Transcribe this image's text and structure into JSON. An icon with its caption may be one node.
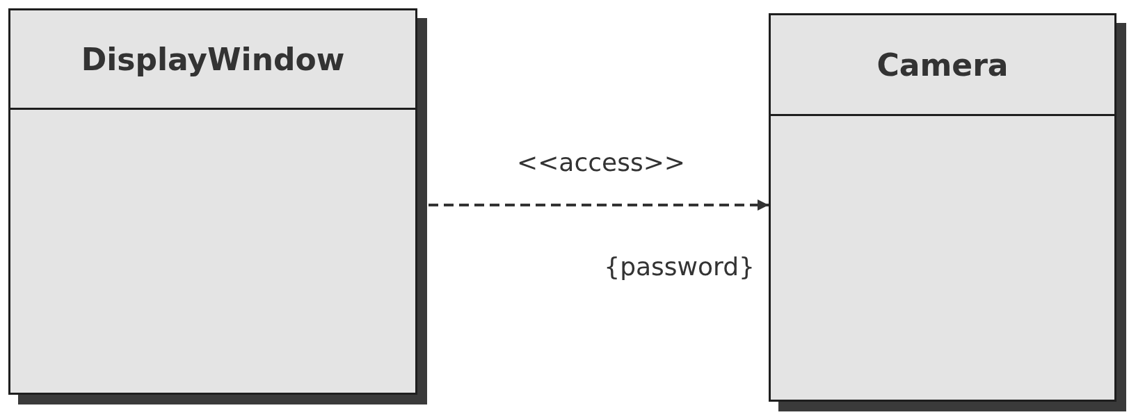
{
  "diagram": {
    "nodes": [
      {
        "text": [
          "DisplayWindow"
        ]
      },
      {
        "text": [
          "Camera"
        ]
      }
    ],
    "edges": [
      {
        "from": 0,
        "to": 1,
        "arrow": "to",
        "style": "dashed",
        "label": "<<access>>"
      }
    ],
    "labels": [
      "{password}"
    ]
  }
}
